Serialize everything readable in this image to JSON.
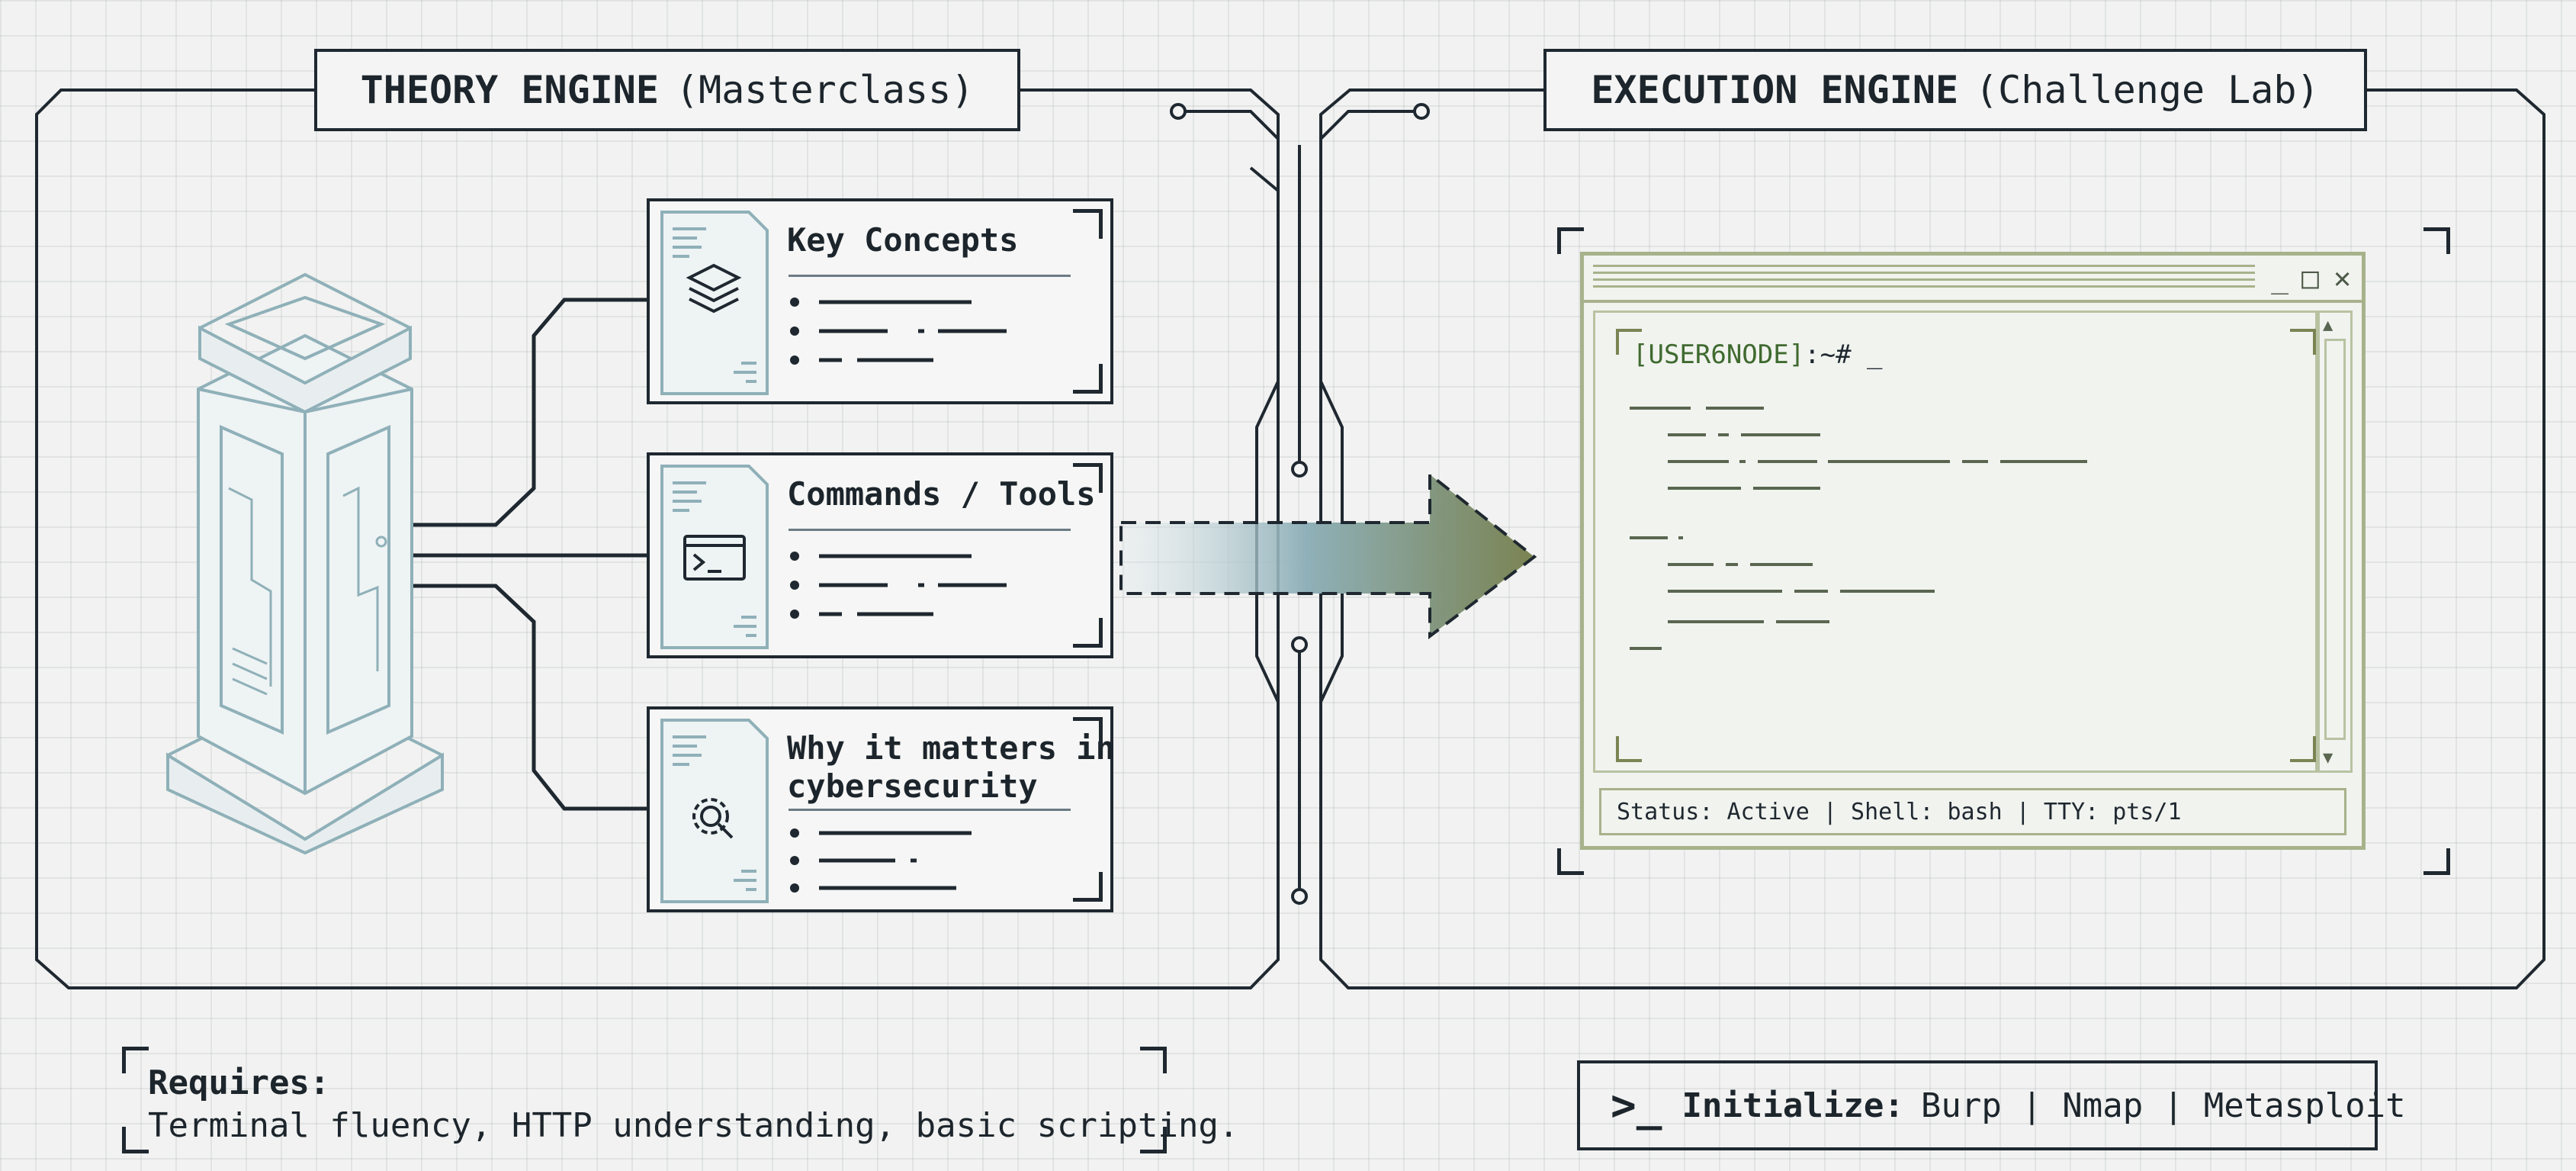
{
  "theory": {
    "title_bold": "THEORY ENGINE",
    "title_sub": "(Masterclass)",
    "cards": [
      {
        "title": "Key Concepts",
        "icon": "layers-icon"
      },
      {
        "title": "Commands / Tools",
        "icon": "terminal-icon"
      },
      {
        "title": "Why it matters in cybersecurity",
        "title_line1": "Why it matters in",
        "title_line2": "cybersecurity",
        "icon": "gear-magnifier-icon"
      }
    ],
    "tower_icon": "server-tower-icon"
  },
  "execution": {
    "title_bold": "EXECUTION ENGINE",
    "title_sub": "(Challenge Lab)",
    "terminal": {
      "prompt_user": "[USER6NODE]",
      "prompt_suffix": ":~# _",
      "window_controls": [
        "_",
        "□",
        "✕"
      ],
      "status": "Status: Active | Shell: bash | TTY: pts/1"
    }
  },
  "footer": {
    "requires_label": "Requires:",
    "requires_text": "Terminal fluency, HTTP understanding, basic scripting.",
    "init_prompt": ">_",
    "init_label": "Initialize:",
    "init_tools": "Burp | Nmap | Metasploit"
  },
  "colors": {
    "ink": "#1f2830",
    "teal": "#8fb0b8",
    "olive": "#7a8352",
    "terminal_border": "#a7b28b"
  }
}
